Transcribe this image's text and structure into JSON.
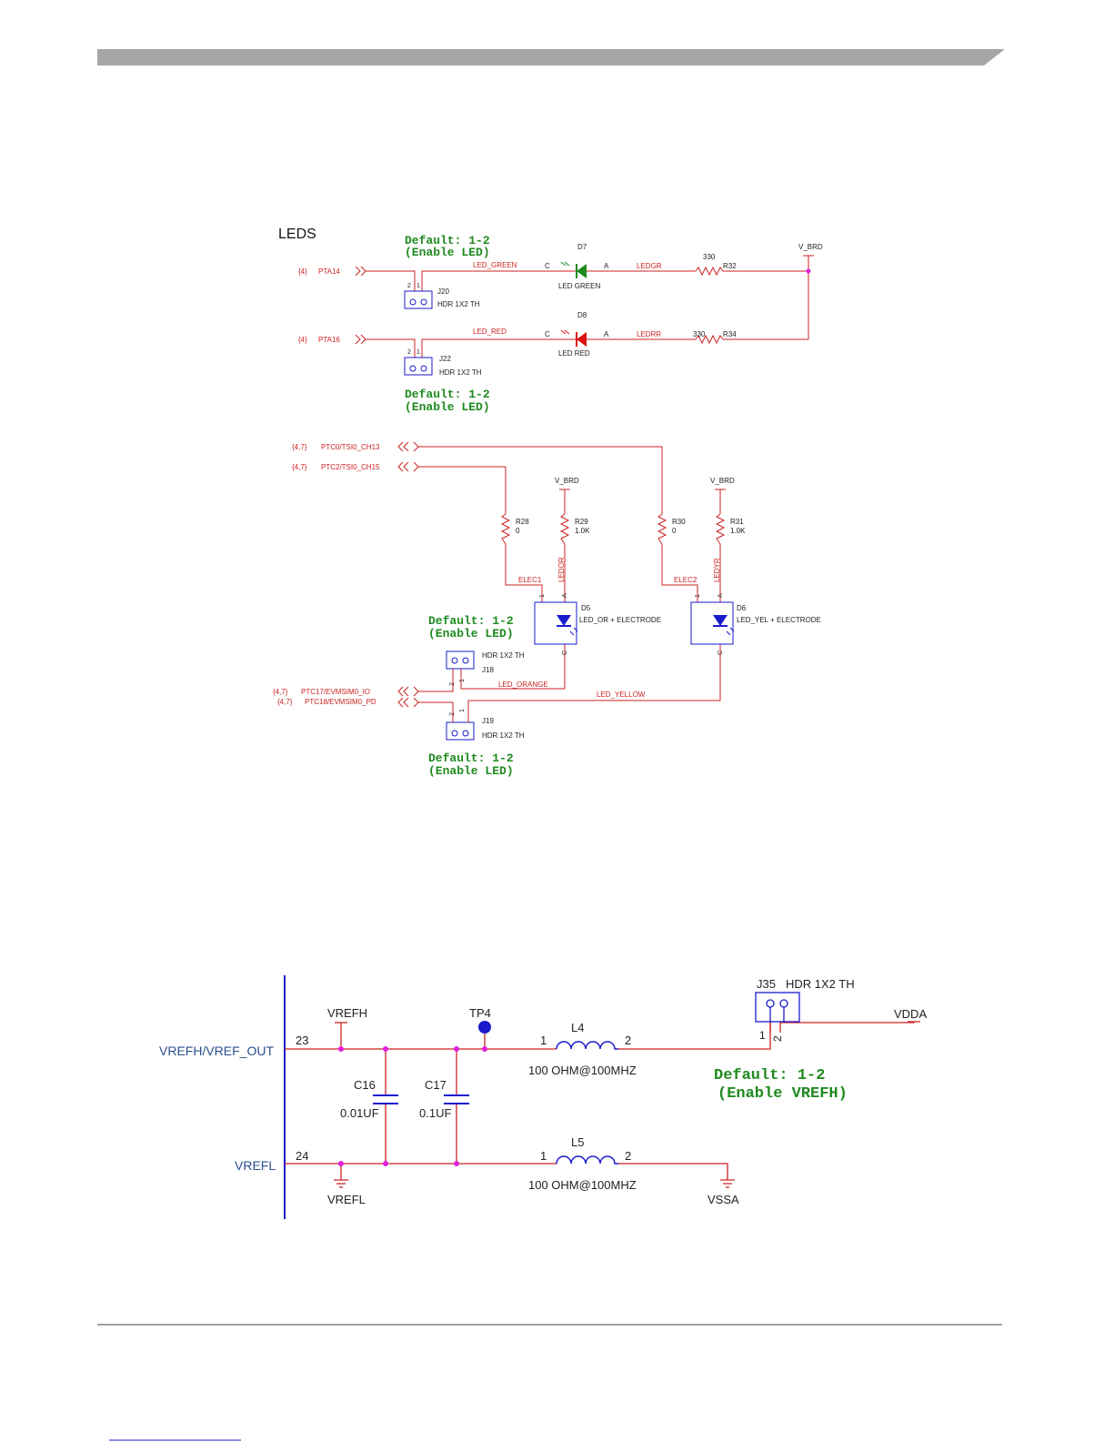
{
  "colors": {
    "wire": "#cc2222",
    "header_bar": "#a6a6a6",
    "component": "#1a1acc",
    "junction": "#e020e0",
    "note": "#1f8a1f",
    "pin_text": "#2a4f8f",
    "led_green": "#1f8a1f",
    "led_red": "#dd1111",
    "led_blue": "#1a1acc"
  },
  "leds": {
    "title": "LEDS",
    "notes": {
      "default": "Default: 1-2",
      "enable_led": "(Enable LED)"
    },
    "power": {
      "v_brd": "V_BRD"
    },
    "ports": {
      "pta14_ref": "{4}",
      "pta14": "PTA14",
      "pta16_ref": "{4}",
      "pta16": "PTA16",
      "ptc0_ref": "{4,7}",
      "ptc0": "PTC0/TSI0_CH13",
      "ptc2_ref": "{4,7}",
      "ptc2": "PTC2/TSI0_CH15",
      "ptc17_ref": "{4,7}",
      "ptc17": "PTC17/EVMSIM0_IO",
      "ptc18_ref": "{4,7}",
      "ptc18": "PTC18/EVMSIM0_PD"
    },
    "nets": {
      "led_green": "LED_GREEN",
      "ledgr": "LEDGR",
      "led_red": "LED_RED",
      "ledrr": "LEDRR",
      "elec1": "ELEC1",
      "ledor": "LEDOR",
      "elec2": "ELEC2",
      "ledyr": "LEDYR",
      "led_orange": "LED_ORANGE",
      "led_yellow": "LED_YELLOW"
    },
    "parts": {
      "d7": "D7",
      "d7_val": "LED GREEN",
      "d8": "D8",
      "d8_val": "LED RED",
      "d5": "D5",
      "d5_val": "LED_OR + ELECTRODE",
      "d6": "D6",
      "d6_val": "LED_YEL + ELECTRODE",
      "r32": "R32",
      "r32_val": "330",
      "r34": "R34",
      "r34_val": "330",
      "r28": "R28",
      "r28_val": "0",
      "r29": "R29",
      "r29_val": "1.0K",
      "r30": "R30",
      "r30_val": "0",
      "r31": "R31",
      "r31_val": "1.0K",
      "j20": "J20",
      "j22": "J22",
      "j18": "J18",
      "j19": "J19",
      "hdr": "HDR 1X2 TH"
    },
    "pins": {
      "c": "C",
      "a": "A",
      "p1": "1",
      "p2": "2"
    }
  },
  "vref": {
    "nets": {
      "vrefh_out": "VREFH/VREF_OUT",
      "vrefl": "VREFL",
      "vrefh": "VREFH",
      "vrefl_gnd": "VREFL",
      "vdda": "VDDA",
      "vssa": "VSSA"
    },
    "pins": {
      "p23": "23",
      "p24": "24",
      "p1": "1",
      "p2": "2"
    },
    "parts": {
      "tp4": "TP4",
      "l4": "L4",
      "l4_val": "100 OHM@100MHZ",
      "l5": "L5",
      "l5_val": "100 OHM@100MHZ",
      "c16": "C16",
      "c16_val": "0.01UF",
      "c17": "C17",
      "c17_val": "0.1UF",
      "j35": "J35",
      "j35_val": "HDR 1X2 TH"
    },
    "notes": {
      "default": "Default: 1-2",
      "enable_vrefh": "(Enable VREFH)"
    }
  }
}
